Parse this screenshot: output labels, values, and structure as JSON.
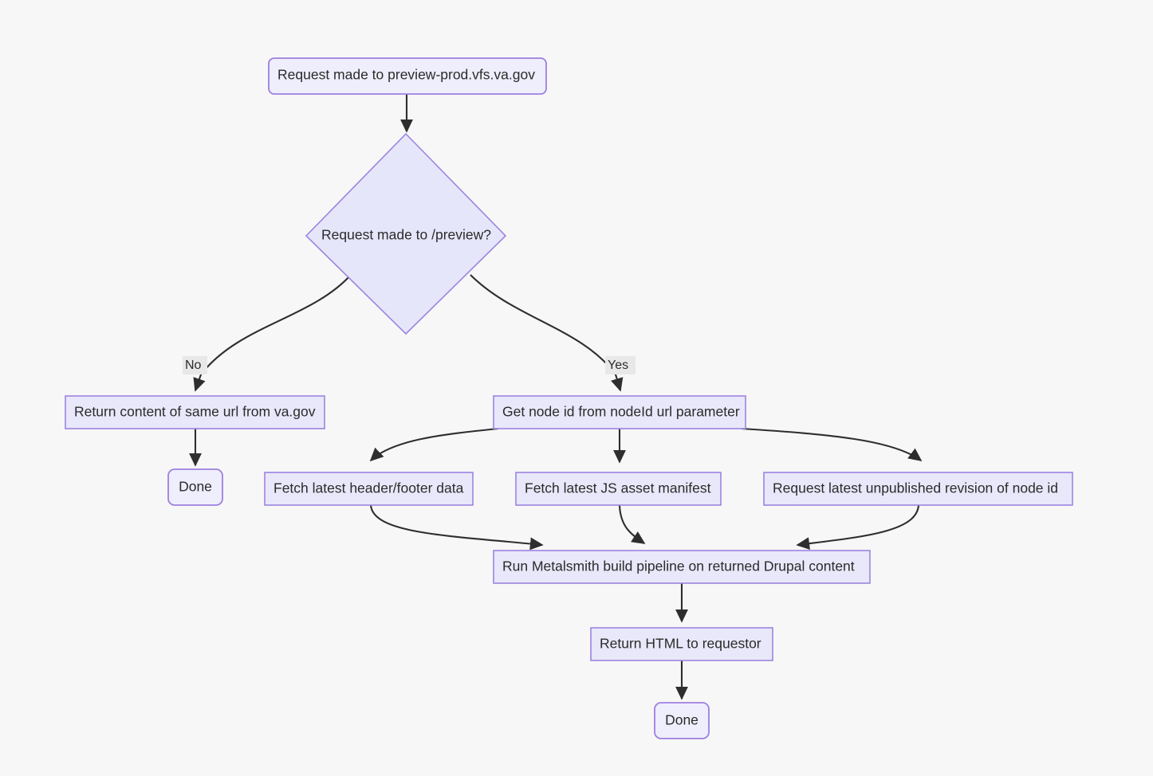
{
  "diagram": {
    "type": "flowchart",
    "direction": "top-down",
    "background_color": "#f7f7f7",
    "node_fill_color": "#e8e8fa",
    "node_border_color": "#9d84e0",
    "edge_color": "#2e2e2e",
    "text_color": "#2b2b2b",
    "title": "",
    "nodes": [
      {
        "id": "start",
        "shape": "rounded-rect",
        "label": "Request made to preview-prod.vfs.va.gov",
        "truncated_label": "Request made to preview-prod.vfs.va.go"
      },
      {
        "id": "decision",
        "shape": "diamond",
        "label": "Request made to /preview?",
        "truncated_label": "Request made to /preview?"
      },
      {
        "id": "return_same_url",
        "shape": "rect",
        "label": "Return content of same url from va.gov",
        "truncated_label": "Return content of same url from va.go"
      },
      {
        "id": "done_left",
        "shape": "rounded-rect",
        "label": "Done",
        "truncated_label": "Done"
      },
      {
        "id": "get_node_id",
        "shape": "rect",
        "label": "Get node id from nodeId url parameter",
        "truncated_label": "Get node id from nodeId url paramete"
      },
      {
        "id": "fetch_header_footer",
        "shape": "rect",
        "label": "Fetch latest header/footer data",
        "truncated_label": "Fetch latest header/footer da"
      },
      {
        "id": "fetch_js_manifest",
        "shape": "rect",
        "label": "Fetch latest JS asset manifest",
        "truncated_label": "Fetch latest JS asset manifest"
      },
      {
        "id": "request_revision",
        "shape": "rect",
        "label": "Request latest unpublished revision of node id",
        "truncated_label": "Request latest unpublished revision of node id"
      },
      {
        "id": "run_metalsmith",
        "shape": "rect",
        "label": "Run Metalsmith build pipeline on returned Drupal content",
        "truncated_label": "Run Metalsmith build pipeline on returned Drupal conten"
      },
      {
        "id": "return_html",
        "shape": "rect",
        "label": "Return HTML to requestor",
        "truncated_label": "Return HTML to requestor"
      },
      {
        "id": "done_bottom",
        "shape": "rounded-rect",
        "label": "Done",
        "truncated_label": "Done"
      }
    ],
    "edges": [
      {
        "from": "start",
        "to": "decision",
        "label": ""
      },
      {
        "from": "decision",
        "to": "return_same_url",
        "label": "No"
      },
      {
        "from": "decision",
        "to": "get_node_id",
        "label": "Yes"
      },
      {
        "from": "return_same_url",
        "to": "done_left",
        "label": ""
      },
      {
        "from": "get_node_id",
        "to": "fetch_header_footer",
        "label": ""
      },
      {
        "from": "get_node_id",
        "to": "fetch_js_manifest",
        "label": ""
      },
      {
        "from": "get_node_id",
        "to": "request_revision",
        "label": ""
      },
      {
        "from": "fetch_header_footer",
        "to": "run_metalsmith",
        "label": ""
      },
      {
        "from": "fetch_js_manifest",
        "to": "run_metalsmith",
        "label": ""
      },
      {
        "from": "request_revision",
        "to": "run_metalsmith",
        "label": ""
      },
      {
        "from": "run_metalsmith",
        "to": "return_html",
        "label": ""
      },
      {
        "from": "return_html",
        "to": "done_bottom",
        "label": ""
      }
    ],
    "edge_labels": {
      "no": "No",
      "yes": "Yes"
    }
  }
}
